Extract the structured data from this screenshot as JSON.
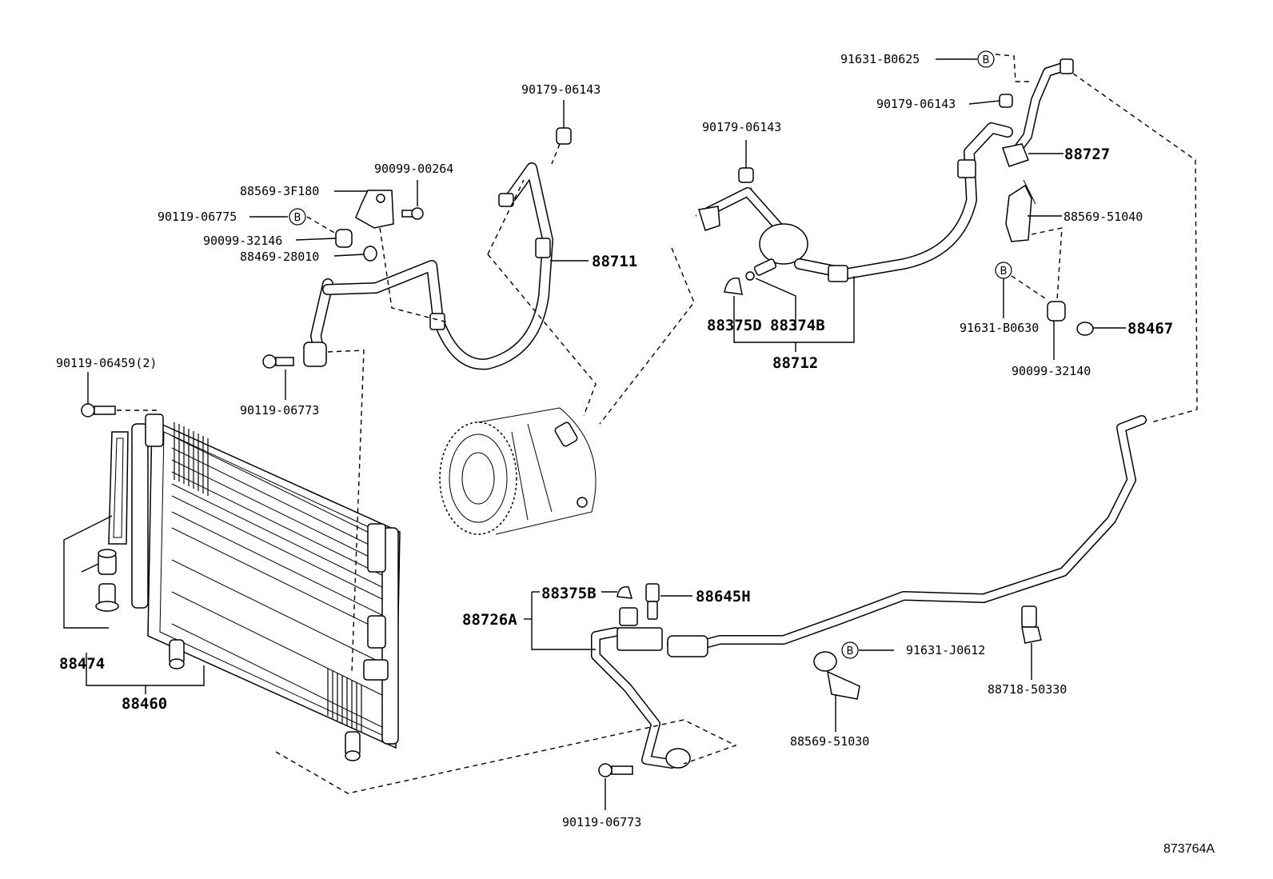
{
  "labels": {
    "p90179_06143_a": "90179-06143",
    "p90099_00264": "90099-00264",
    "p88569_3F180": "88569-3F180",
    "p90119_06775": "90119-06775",
    "p90099_32146": "90099-32146",
    "p88469_28010": "88469-28010",
    "p88711": "88711",
    "p90119_06459": "90119-06459(2)",
    "p90119_06773_a": "90119-06773",
    "p90179_06143_b": "90179-06143",
    "p88375D": "88375D",
    "p88374B": "88374B",
    "p88712": "88712",
    "p91631_B0625": "91631-B0625",
    "p90179_06143_c": "90179-06143",
    "p88727": "88727",
    "p88569_51040": "88569-51040",
    "p91631_B0630": "91631-B0630",
    "p88467": "88467",
    "p90099_32140": "90099-32140",
    "p88474": "88474",
    "p88460": "88460",
    "p88375B": "88375B",
    "p88645H": "88645H",
    "p88726A": "88726A",
    "p91631_J0612": "91631-J0612",
    "p88569_51030": "88569-51030",
    "p88718_50330": "88718-50330",
    "p90119_06773_b": "90119-06773",
    "bolt_marker": "B"
  },
  "diagram_ref": "873764A",
  "icons": {
    "condenser": "condenser-icon",
    "compressor": "compressor-icon",
    "hose": "hose-icon",
    "pipe": "pipe-icon",
    "bolt": "bolt-icon",
    "nut": "nut-icon",
    "clamp": "clamp-icon",
    "switch": "pressure-switch-icon"
  }
}
